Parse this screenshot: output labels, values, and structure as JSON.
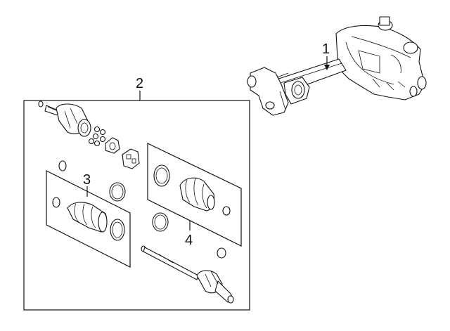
{
  "diagram": {
    "callouts": [
      {
        "id": "axle-housing",
        "label": "1"
      },
      {
        "id": "cv-axle-assembly",
        "label": "2"
      },
      {
        "id": "inner-boot-kit",
        "label": "3"
      },
      {
        "id": "outer-boot-kit",
        "label": "4"
      }
    ]
  }
}
